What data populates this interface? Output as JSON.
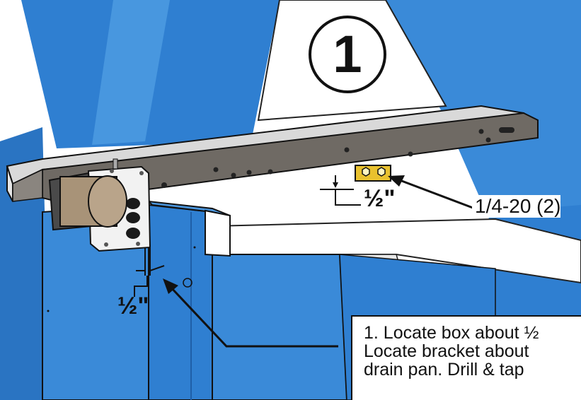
{
  "step": {
    "number": "1"
  },
  "dimensions": {
    "bracket_offset": "½\"",
    "box_offset": "½\""
  },
  "callouts": {
    "fastener": "1/4-20 (2)"
  },
  "instructions": {
    "line1": "1. Locate box about ½",
    "line2": "Locate bracket about",
    "line3": "drain pan.  Drill & tap"
  },
  "colors": {
    "cabinet_blue": "#2f7fd1",
    "cabinet_shadow": "#1f5fa8",
    "rail_gray": "#6f6a64",
    "bracket_yellow": "#e9c12e",
    "motor_tan": "#b9a48a",
    "outline": "#111111"
  }
}
